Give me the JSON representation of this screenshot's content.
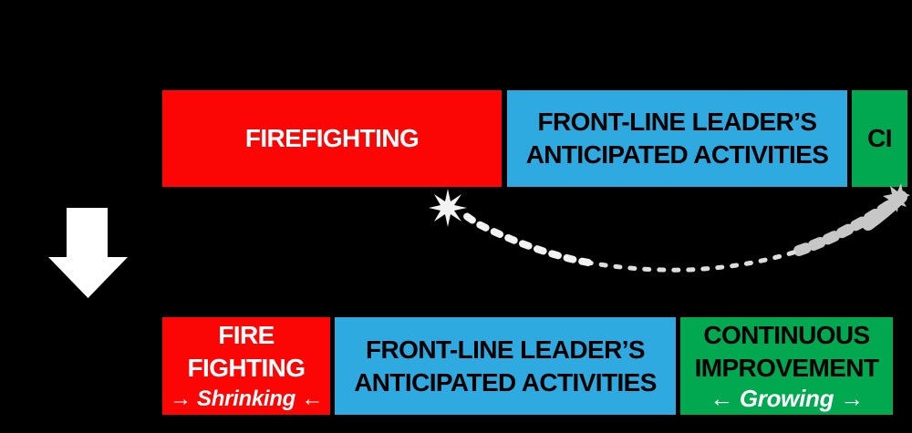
{
  "colors": {
    "background": "#000000",
    "box_red": "#fb0505",
    "box_blue": "#2faae1",
    "box_green": "#00a94f",
    "text_white": "#ffffff",
    "text_black": "#000000",
    "down_arrow": "#ffffff",
    "curve_light": "#f2f2f2",
    "curve_gray": "#c7c7c7"
  },
  "top_row": {
    "firefighting": {
      "label": "FIREFIGHTING"
    },
    "anticipated": {
      "line1": "FRONT-LINE LEADER’S",
      "line2": "ANTICIPATED ACTIVITIES"
    },
    "ci": {
      "label": "CI"
    }
  },
  "bottom_row": {
    "fire_fighting": {
      "line1": "FIRE",
      "line2": "FIGHTING",
      "annotation": "→ Shrinking ←"
    },
    "anticipated": {
      "line1": "FRONT-LINE LEADER’S",
      "line2": "ANTICIPATED ACTIVITIES"
    },
    "continuous_improvement": {
      "line1": "CONTINUOUS",
      "line2": "IMPROVEMENT",
      "annotation": "← Growing →"
    }
  }
}
